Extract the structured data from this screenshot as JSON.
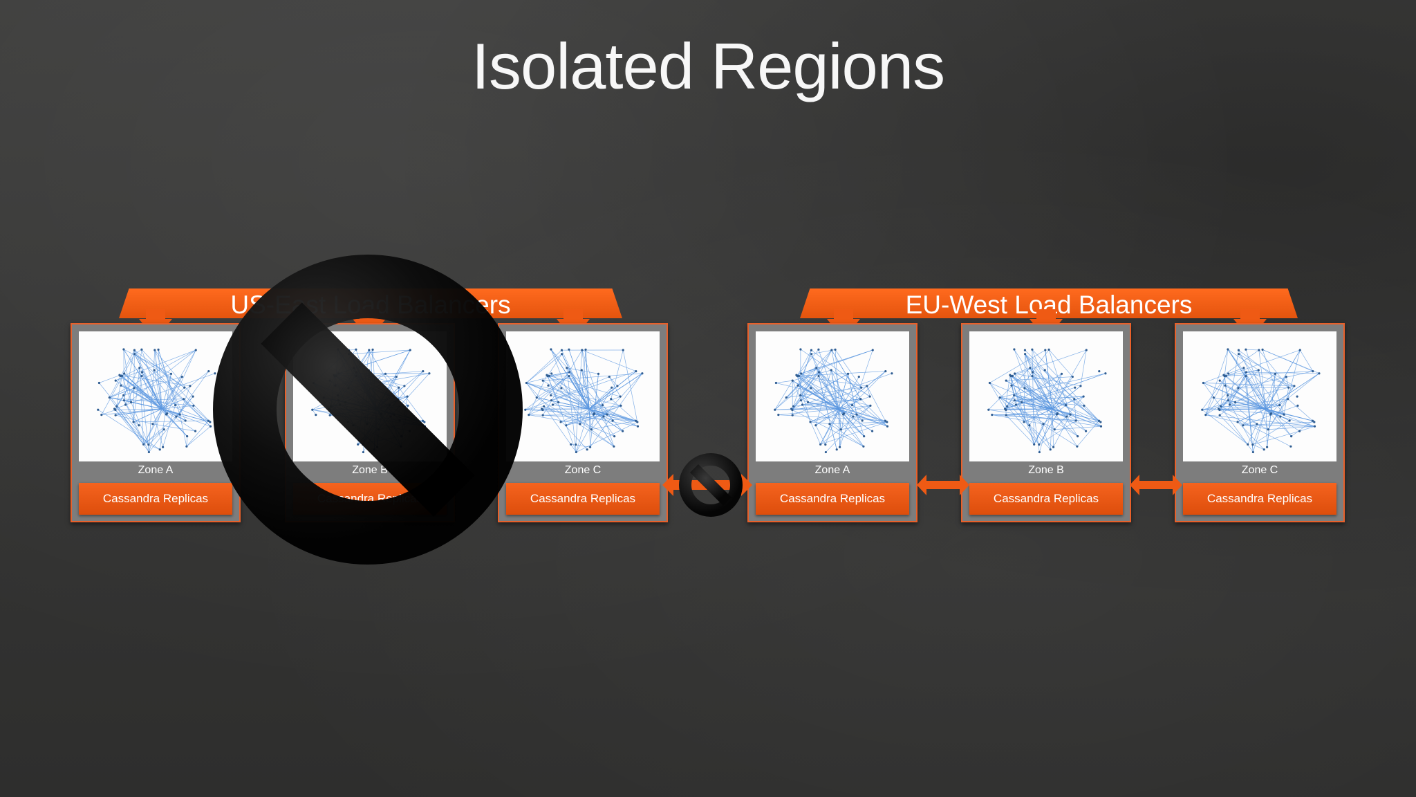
{
  "slide": {
    "title": "Isolated Regions"
  },
  "regions": {
    "us": {
      "banner_label": "US-East Load Balancers",
      "zones": [
        {
          "label": "Zone A",
          "replicas": "Cassandra Replicas"
        },
        {
          "label": "Zone B",
          "replicas": "Cassandra Replicas"
        },
        {
          "label": "Zone C",
          "replicas": "Cassandra Replicas"
        }
      ]
    },
    "eu": {
      "banner_label": "EU-West Load Balancers",
      "zones": [
        {
          "label": "Zone A",
          "replicas": "Cassandra Replicas"
        },
        {
          "label": "Zone B",
          "replicas": "Cassandra Replicas"
        },
        {
          "label": "Zone C",
          "replicas": "Cassandra Replicas"
        }
      ]
    }
  },
  "colors": {
    "accent": "#ef5a14",
    "zone_border": "#e8602a",
    "graph_edge": "#5b97e0",
    "prohibit": "#0a0a0a"
  },
  "icons": [
    "no-entry-icon",
    "no-entry-small-icon",
    "network-graph-icon"
  ]
}
